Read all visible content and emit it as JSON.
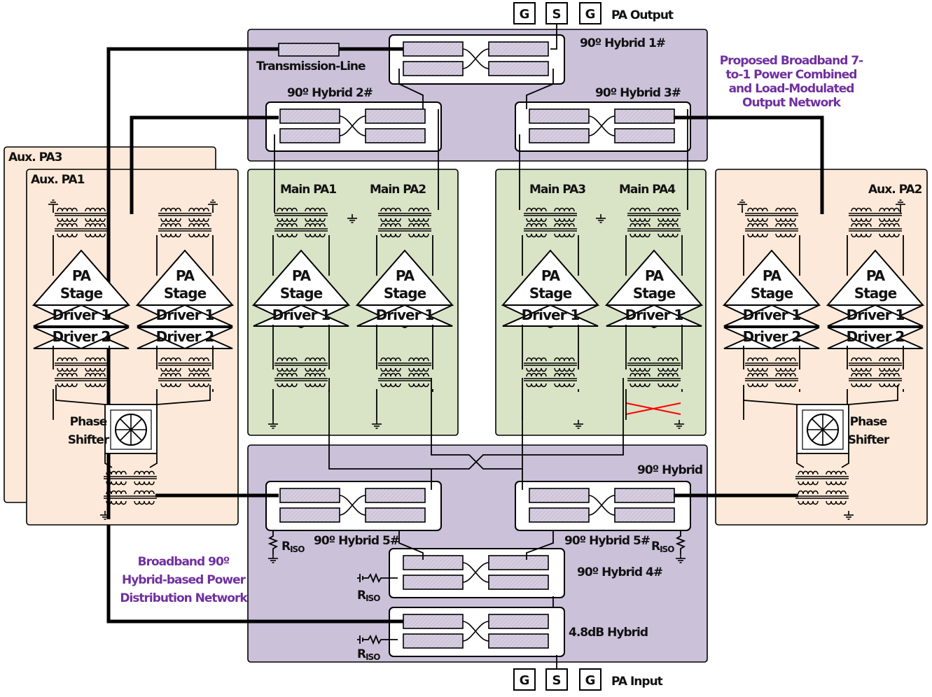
{
  "colors": {
    "hybrid_region": "#cbc1d9",
    "main_pa_region": "#d9e3c6",
    "aux_pa_region": "#fde9d9",
    "annotation_text": "#7030a0",
    "line_segment": "#d6cde0",
    "crossout": "#ff0000"
  },
  "pads": {
    "output": {
      "g1": "G",
      "s": "S",
      "g2": "G",
      "label": "PA Output"
    },
    "input": {
      "g1": "G",
      "s": "S",
      "g2": "G",
      "label": "PA Input"
    }
  },
  "labels": {
    "transmission_line": "Transmission-Line",
    "hybrid1": "90º Hybrid 1#",
    "hybrid2": "90º Hybrid 2#",
    "hybrid3": "90º Hybrid 3#",
    "hybrid_mid": "90º Hybrid",
    "hybrid5_left": "90º Hybrid 5#",
    "hybrid5_right": "90º Hybrid 5#",
    "hybrid4": "90º Hybrid 4#",
    "hybrid48": "4.8dB Hybrid",
    "riso_r": "R",
    "riso_sub": "ISO"
  },
  "annotations": {
    "output_network": [
      "Proposed Broadband 7-",
      "to-1 Power Combined",
      "and Load-Modulated",
      "Output Network"
    ],
    "distribution_network": [
      "Broadband 90º",
      "Hybrid-based Power",
      "Distribution Network"
    ]
  },
  "pa_units": {
    "aux_pa3": "Aux. PA3",
    "aux_pa1": "Aux. PA1",
    "aux_pa2": "Aux. PA2",
    "main_pa1": "Main PA1",
    "main_pa2": "Main PA2",
    "main_pa3": "Main PA3",
    "main_pa4": "Main PA4"
  },
  "stages": {
    "pa": "PA",
    "stage": "Stage",
    "driver1": "Driver 1",
    "driver2": "Driver 2"
  },
  "phase_shifter": {
    "line1": "Phase",
    "line2": "Shifter"
  }
}
